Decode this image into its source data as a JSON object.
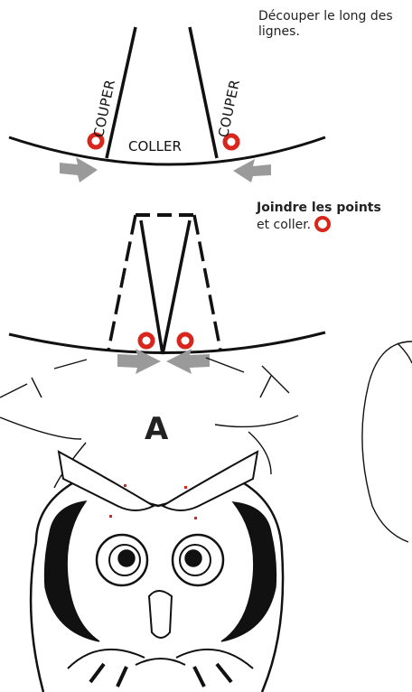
{
  "instructions": {
    "cut": "Découper le long des lignes.",
    "join_bold": "Joindre les points",
    "join_rest": "et coller."
  },
  "diagram": {
    "cut_label_left": "COUPER",
    "cut_label_right": "COUPER",
    "glue_label": "COLLER",
    "piece_label": "A"
  },
  "colors": {
    "dot": "#d9261c",
    "arrow": "#999999",
    "line": "#111111"
  }
}
